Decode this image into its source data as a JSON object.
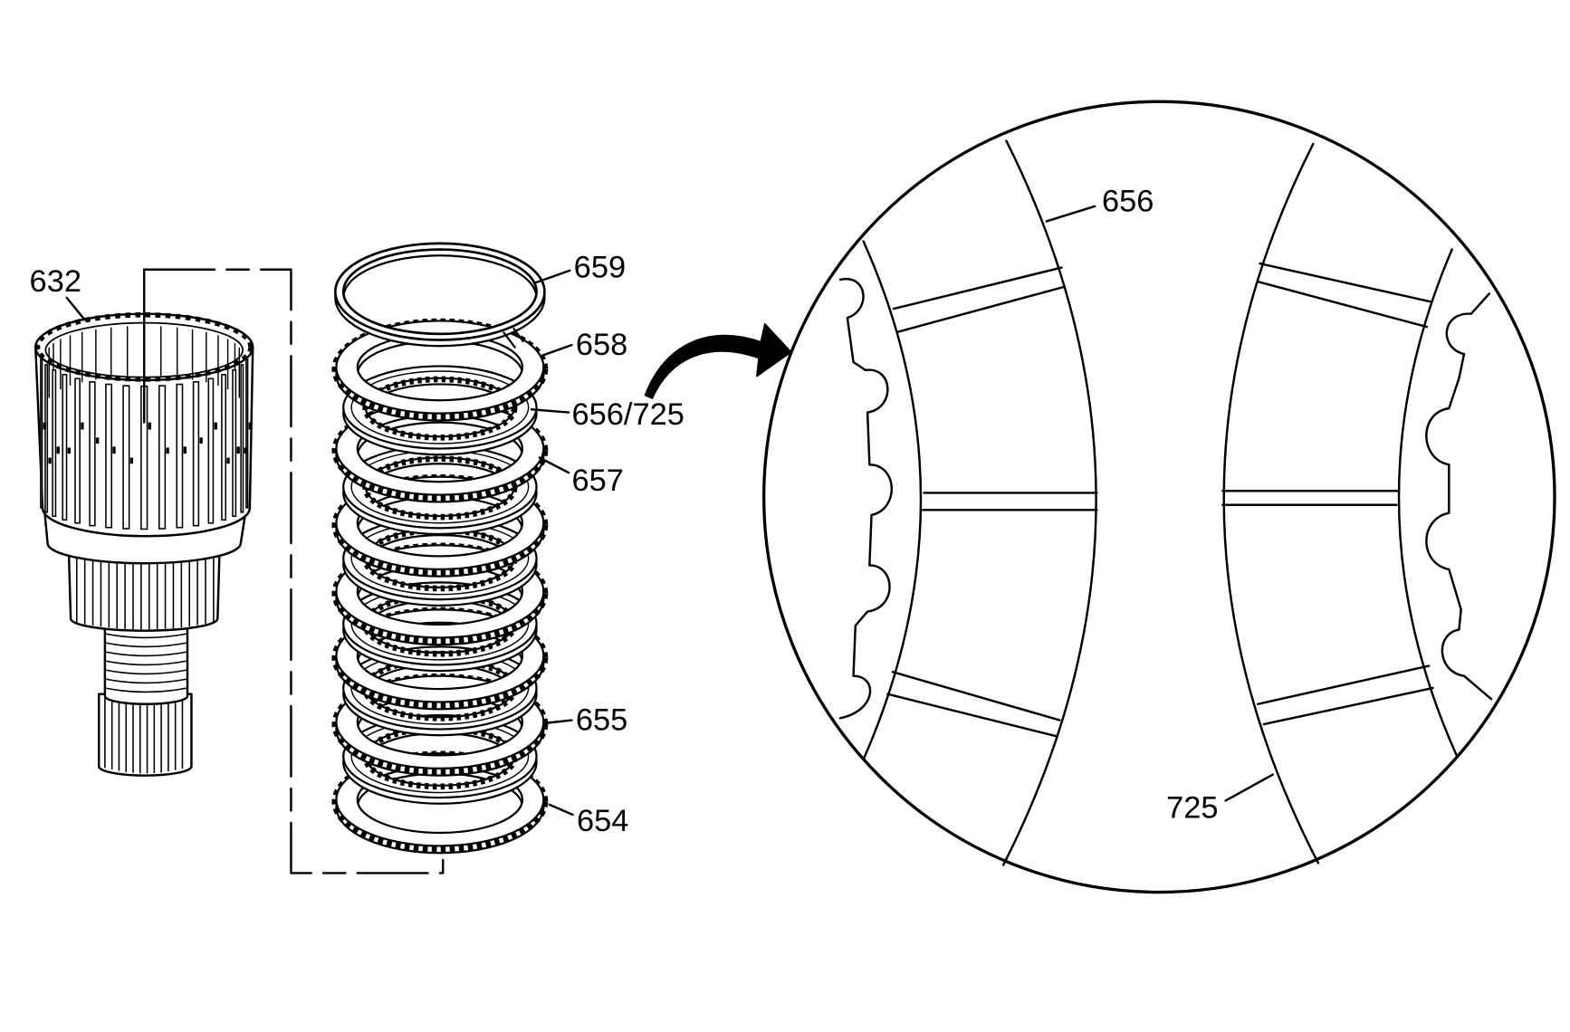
{
  "labels": {
    "part_632": "632",
    "part_659": "659",
    "part_658": "658",
    "part_656_725": "656/725",
    "part_657": "657",
    "part_655": "655",
    "part_654": "654",
    "detail_656": "656",
    "detail_725": "725"
  },
  "colors": {
    "line": "#000000",
    "background": "#ffffff"
  }
}
